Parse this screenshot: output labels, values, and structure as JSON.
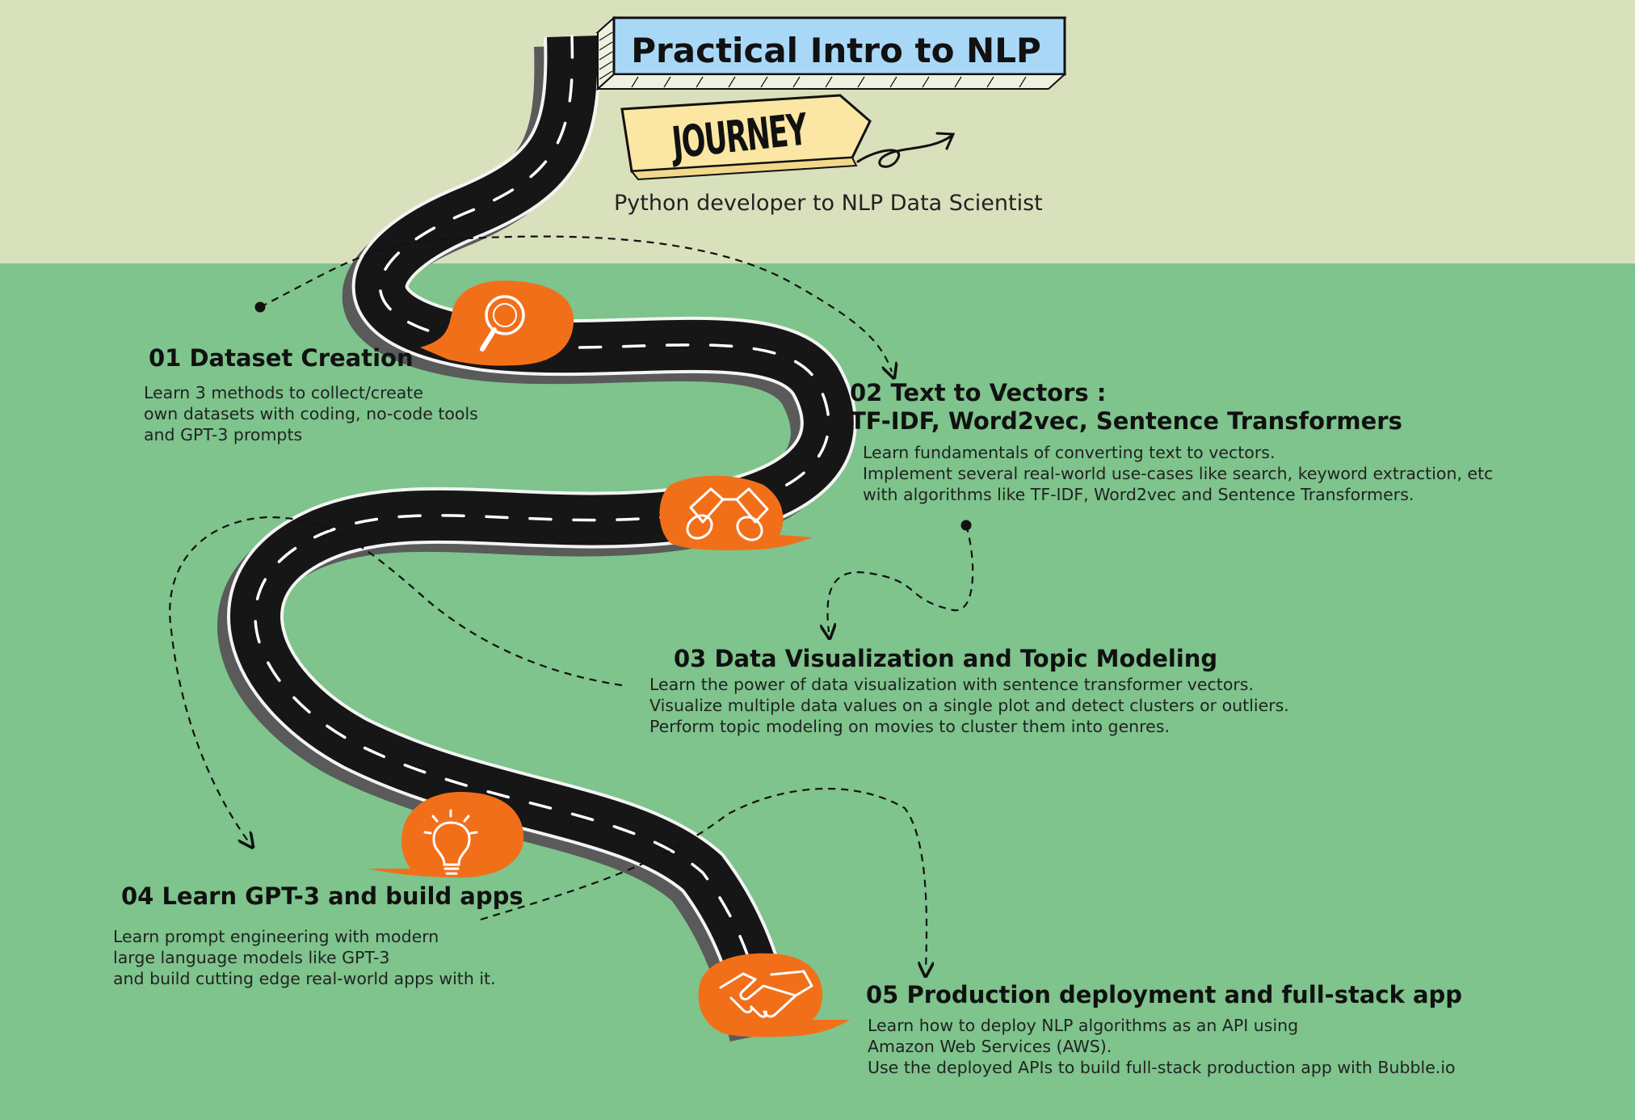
{
  "header": {
    "title": "Practical Intro to NLP",
    "journey_label": "JOURNEY",
    "subtitle": "Python developer to NLP Data Scientist"
  },
  "steps": [
    {
      "title": "01 Dataset Creation",
      "description": "Learn 3 methods to collect/create\nown datasets with coding, no-code tools\nand GPT-3 prompts",
      "icon": "magnifier-icon"
    },
    {
      "title_line1": "02 Text to Vectors :",
      "title_line2": "TF-IDF, Word2vec, Sentence Transformers",
      "description": "Learn fundamentals of converting text to vectors.\nImplement several real-world use-cases like search, keyword extraction, etc\nwith algorithms like TF-IDF, Word2vec and Sentence Transformers.",
      "icon": "binoculars-icon"
    },
    {
      "title": "03 Data Visualization and Topic Modeling",
      "description": "Learn the power of data visualization with sentence transformer vectors.\nVisualize multiple data values on a single plot and detect clusters or outliers.\nPerform topic modeling on movies to cluster them into genres.",
      "icon": "none"
    },
    {
      "title": "04 Learn GPT-3 and build apps",
      "description": "Learn prompt engineering with modern\nlarge language models like GPT-3\nand build cutting edge real-world apps with it.",
      "icon": "lightbulb-icon"
    },
    {
      "title": "05 Production deployment and full-stack app",
      "description": "Learn how to deploy NLP algorithms as an API using\nAmazon Web Services (AWS).\nUse the deployed APIs to build full-stack production app with Bubble.io",
      "icon": "handshake-icon"
    }
  ],
  "colors": {
    "top_background": "#d9e1bc",
    "bottom_background": "#7ec48c",
    "road": "#161616",
    "road_shadow": "#5a5a5a",
    "marker": "#f26f1a",
    "title_banner": "#a9d8f7",
    "journey_sign": "#fbe6a4"
  }
}
